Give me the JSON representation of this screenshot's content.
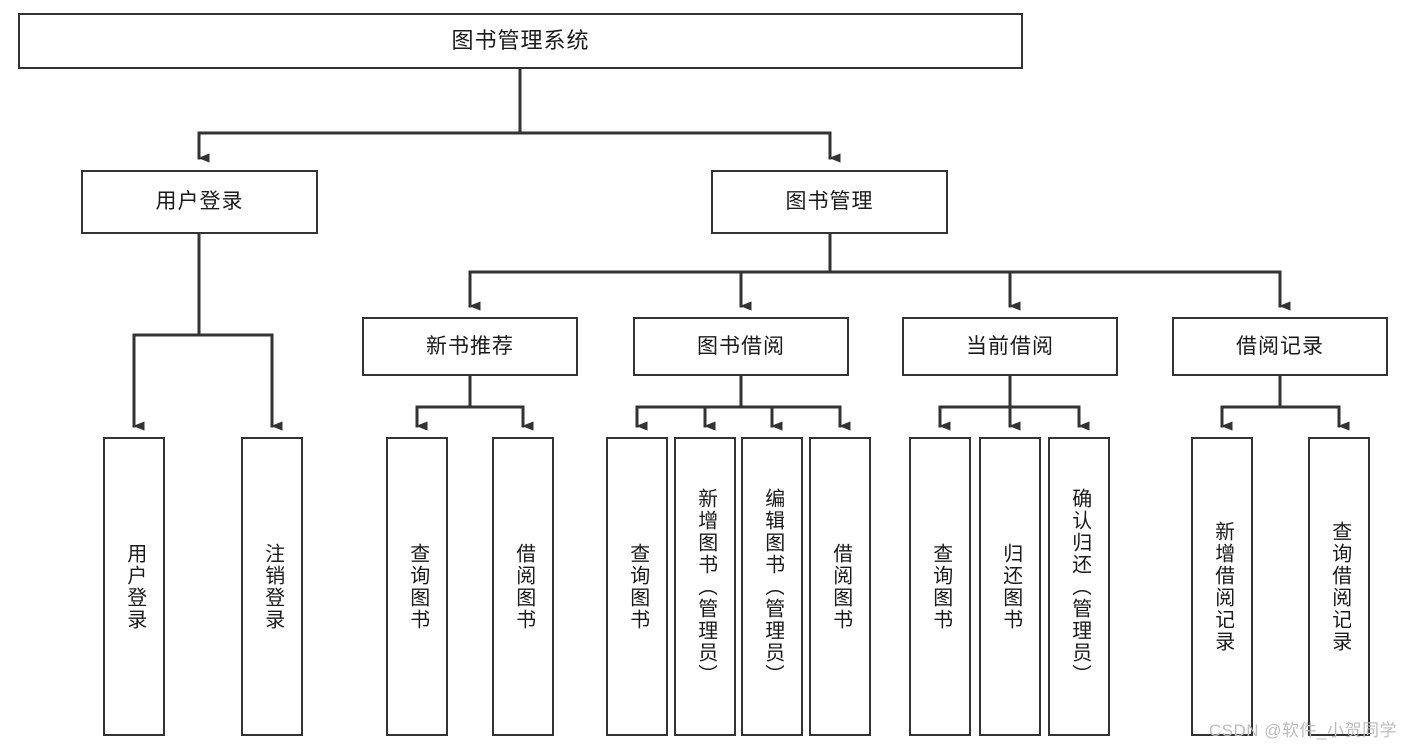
{
  "diagram": {
    "title": "图书管理系统",
    "type": "tree-hierarchy",
    "root": {
      "label": "图书管理系统"
    },
    "level2": [
      {
        "label": "用户登录"
      },
      {
        "label": "图书管理"
      }
    ],
    "level3": [
      {
        "label": "新书推荐"
      },
      {
        "label": "图书借阅"
      },
      {
        "label": "当前借阅"
      },
      {
        "label": "借阅记录"
      }
    ],
    "leaves": {
      "user_login": [
        {
          "label": "用户登录"
        },
        {
          "label": "注销登录"
        }
      ],
      "new_book_recommend": [
        {
          "label": "查询图书"
        },
        {
          "label": "借阅图书"
        }
      ],
      "book_borrow": [
        {
          "label": "查询图书"
        },
        {
          "label": "新增图书（管理员）"
        },
        {
          "label": "编辑图书（管理员）"
        },
        {
          "label": "借阅图书"
        }
      ],
      "current_borrow": [
        {
          "label": "查询图书"
        },
        {
          "label": "归还图书"
        },
        {
          "label": "确认归还（管理员）"
        }
      ],
      "borrow_record": [
        {
          "label": "新增借阅记录"
        },
        {
          "label": "查询借阅记录"
        }
      ]
    }
  },
  "watermark": {
    "text": "CSDN @软件_小贺同学"
  },
  "colors": {
    "stroke": "#333333",
    "box_fill": "#ffffff",
    "text": "#1a1a1a",
    "watermark": "#bdbdbd"
  }
}
